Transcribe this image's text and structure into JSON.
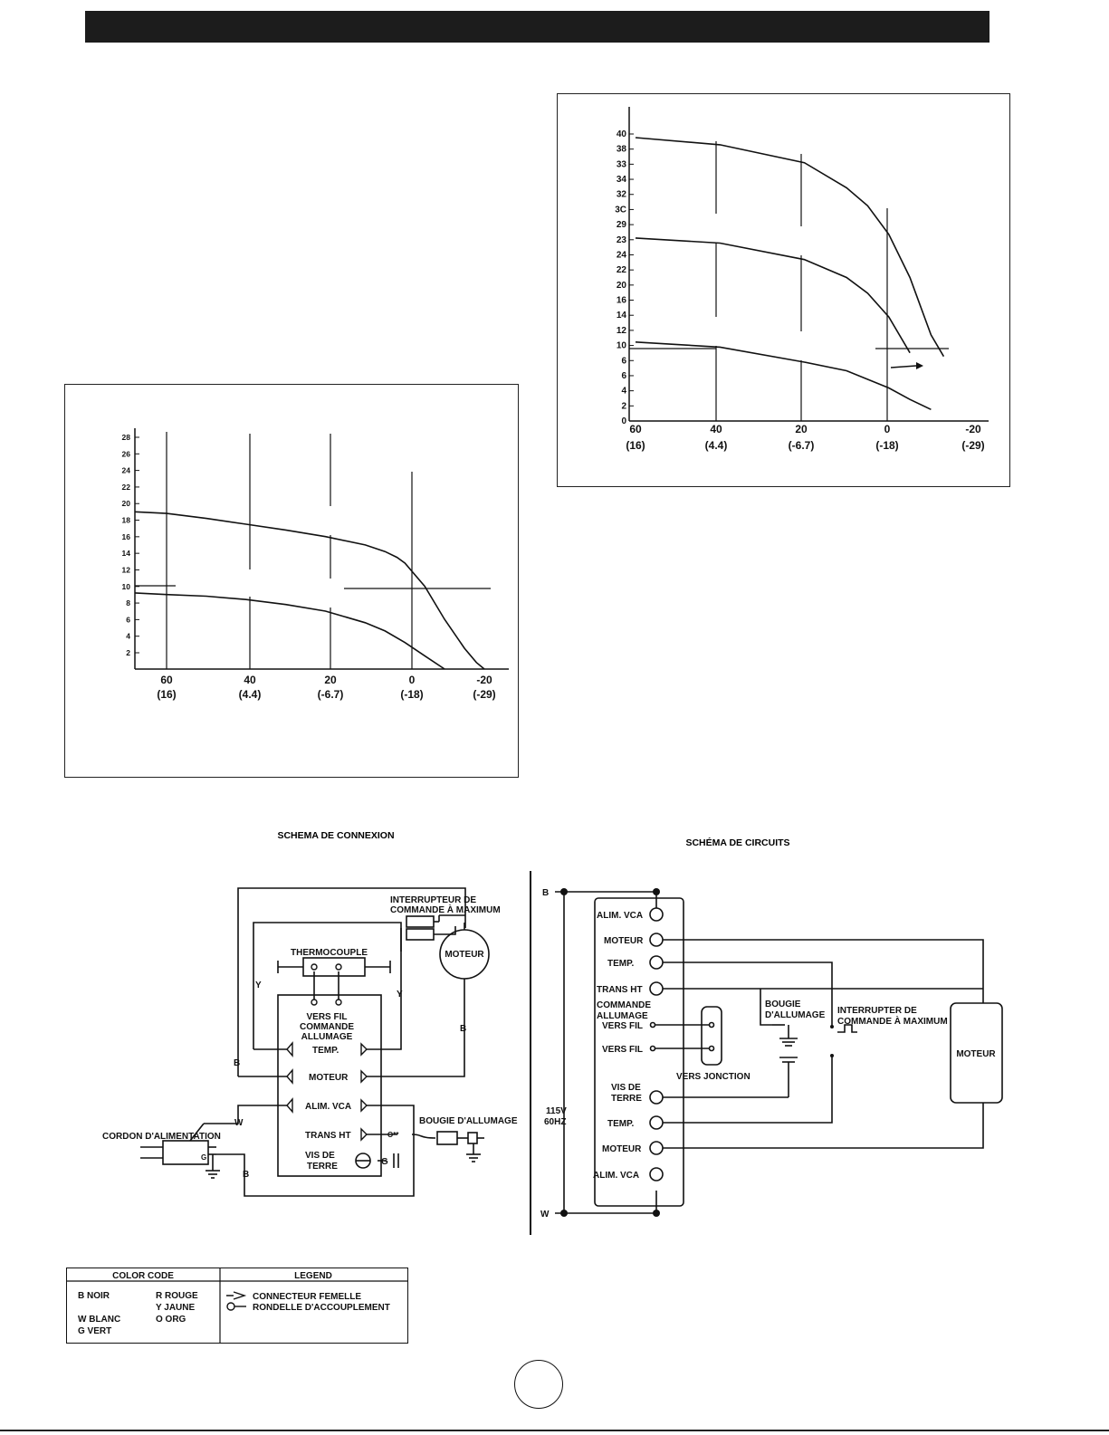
{
  "chart_data": [
    {
      "type": "line",
      "x_ticks": [
        "60",
        "40",
        "20",
        "0",
        "-20"
      ],
      "x_ticks_celsius": [
        "(16)",
        "(4.4)",
        "(-6.7)",
        "(-18)",
        "(-29)"
      ],
      "y_ticks": [
        "28",
        "26",
        "24",
        "22",
        "20",
        "18",
        "16",
        "14",
        "12",
        "10",
        "8",
        "6",
        "4",
        "2"
      ],
      "xlim": [
        70,
        -25
      ],
      "ylim": [
        0,
        28
      ],
      "series": [
        {
          "x": [
            68,
            60,
            50,
            40,
            30,
            20,
            10,
            5,
            2,
            0,
            -5,
            -10,
            -15,
            -18,
            -20
          ],
          "y": [
            19,
            18.8,
            18.2,
            17.5,
            16.8,
            16,
            15,
            14.2,
            13.5,
            12.8,
            10,
            6,
            2.5,
            0.8,
            0
          ]
        },
        {
          "x": [
            68,
            60,
            50,
            40,
            30,
            20,
            10,
            5,
            0,
            -5,
            -10
          ],
          "y": [
            9.2,
            9,
            8.8,
            8.4,
            7.8,
            7,
            5.6,
            4.6,
            3.2,
            1.6,
            0
          ]
        }
      ]
    },
    {
      "type": "line",
      "x_ticks": [
        "60",
        "40",
        "20",
        "0",
        "-20"
      ],
      "x_ticks_celsius": [
        "(16)",
        "(4.4)",
        "(-6.7)",
        "(-18)",
        "(-29)"
      ],
      "y_ticks": [
        "40",
        "38",
        "33",
        "34",
        "32",
        "3C",
        "29",
        "23",
        "24",
        "22",
        "20",
        "16",
        "14",
        "12",
        "10",
        "6",
        "6",
        "4",
        "2",
        "0"
      ],
      "xlim": [
        60,
        -20
      ],
      "ylim": [
        0,
        40
      ],
      "series": [
        {
          "x": [
            60,
            40,
            20,
            10,
            5,
            0,
            -5,
            -10,
            -13
          ],
          "y": [
            39.5,
            38.5,
            36,
            32.5,
            30,
            26,
            20,
            12,
            9
          ]
        },
        {
          "x": [
            60,
            40,
            20,
            10,
            5,
            0,
            -5
          ],
          "y": [
            25.5,
            24.8,
            22.5,
            20,
            17.8,
            14.5,
            9.5
          ]
        },
        {
          "x": [
            60,
            40,
            20,
            10,
            0,
            -5,
            -10
          ],
          "y": [
            11,
            10.3,
            8.2,
            7,
            4.6,
            3,
            1.6
          ]
        }
      ]
    }
  ],
  "connexion": {
    "title": "SCHEMA DE CONNEXION",
    "switch_label_1": "INTERRUPTEUR DE",
    "switch_label_2": "COMMANDE À MAXIMUM",
    "thermocouple": "THERMOCOUPLE",
    "moteur_circle": "MOTEUR",
    "vers_fil": "VERS FIL",
    "commande": "COMMANDE",
    "allumage": "ALLUMAGE",
    "temp": "TEMP.",
    "moteur": "MOTEUR",
    "alim": "ALIM. VCA",
    "trans": "TRANS HT",
    "vis_de": "VIS DE",
    "terre": "TERRE",
    "cordon": "CORDON D'ALIMENTATION",
    "bougie": "BOUGIE D'ALLUMAGE",
    "o_mark": "O**",
    "g": "G",
    "b": "B",
    "y": "Y",
    "w": "W"
  },
  "circuits": {
    "title": "SCHÉMA DE CIRCUITS",
    "b": "B",
    "w": "W",
    "alim": "ALIM. VCA",
    "moteur": "MOTEUR",
    "temp": "TEMP.",
    "trans": "TRANS HT",
    "commande": "COMMANDE",
    "allumage": "ALLUMAGE",
    "vers_fil": "VERS FIL",
    "vers_jonction": "VERS JONCTION",
    "vis_de": "VIS DE",
    "terre": "TERRE",
    "voltage": "115V",
    "freq": "60HZ",
    "bougie_1": "BOUGIE",
    "bougie_2": "D'ALLUMAGE",
    "inter_1": "INTERRUPTER DE",
    "inter_2": "COMMANDE À MAXIMUM",
    "moteur_box": "MOTEUR"
  },
  "legend": {
    "color_code_header": "COLOR CODE",
    "legend_header": "LEGEND",
    "b": "B   NOIR",
    "w": "W   BLANC",
    "g": "G   VERT",
    "r": "R   ROUGE",
    "y": "Y   JAUNE",
    "o": "O   ORG",
    "femelle": "CONNECTEUR FEMELLE",
    "rondelle": "RONDELLE D'ACCOUPLEMENT"
  }
}
